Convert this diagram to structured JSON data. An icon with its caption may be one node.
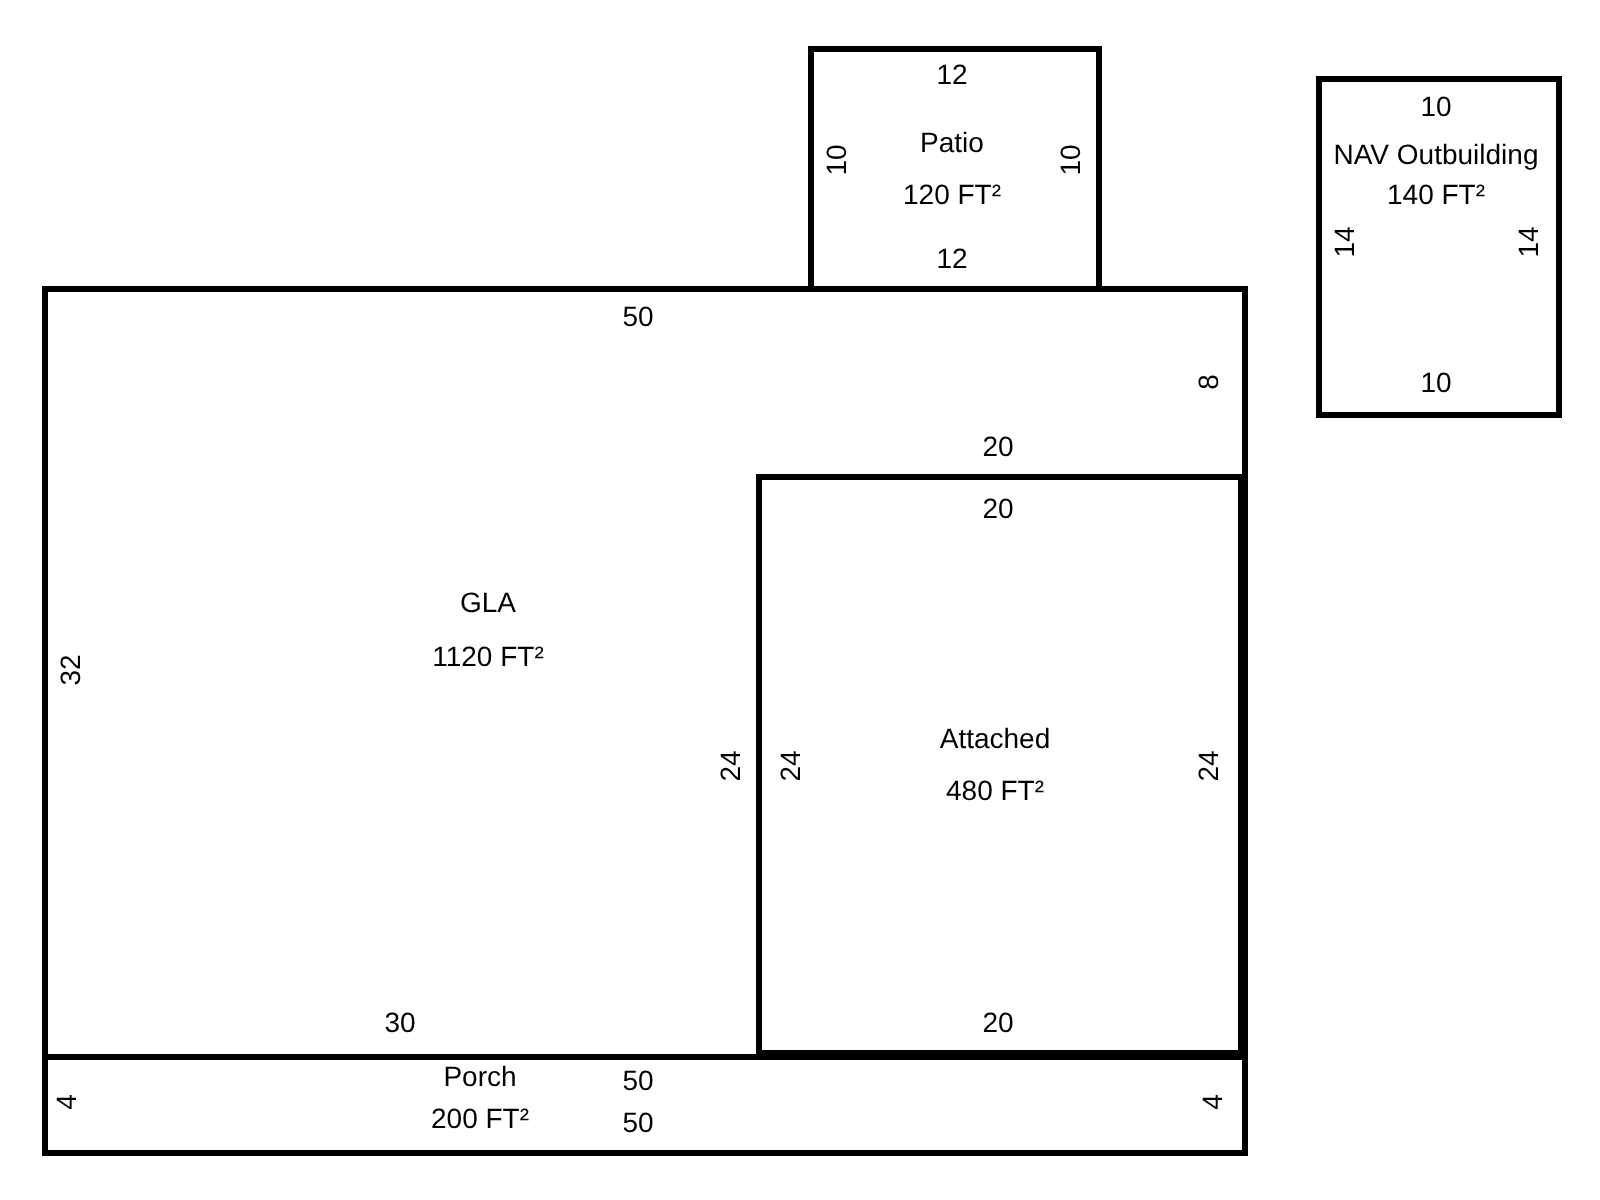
{
  "diagram": {
    "nodes": [
      {
        "text": [
          "Patio",
          "120 FT²"
        ]
      },
      {
        "text": [
          "NAV Outbuilding",
          "140 FT²"
        ]
      },
      {
        "text": [
          "GLA",
          "1120 FT²"
        ]
      },
      {
        "text": [
          "Attached",
          "480 FT²"
        ],
        "in": 2
      },
      {
        "text": [
          "Porch",
          "200 FT²"
        ]
      }
    ],
    "edges": [],
    "labels": [
      "12",
      "10",
      "10",
      "12",
      "10",
      "14",
      "14",
      "10",
      "50",
      "8",
      "20",
      "20",
      "32",
      "24",
      "24",
      "24",
      "30",
      "20",
      "50",
      "4",
      "4",
      "50"
    ]
  }
}
